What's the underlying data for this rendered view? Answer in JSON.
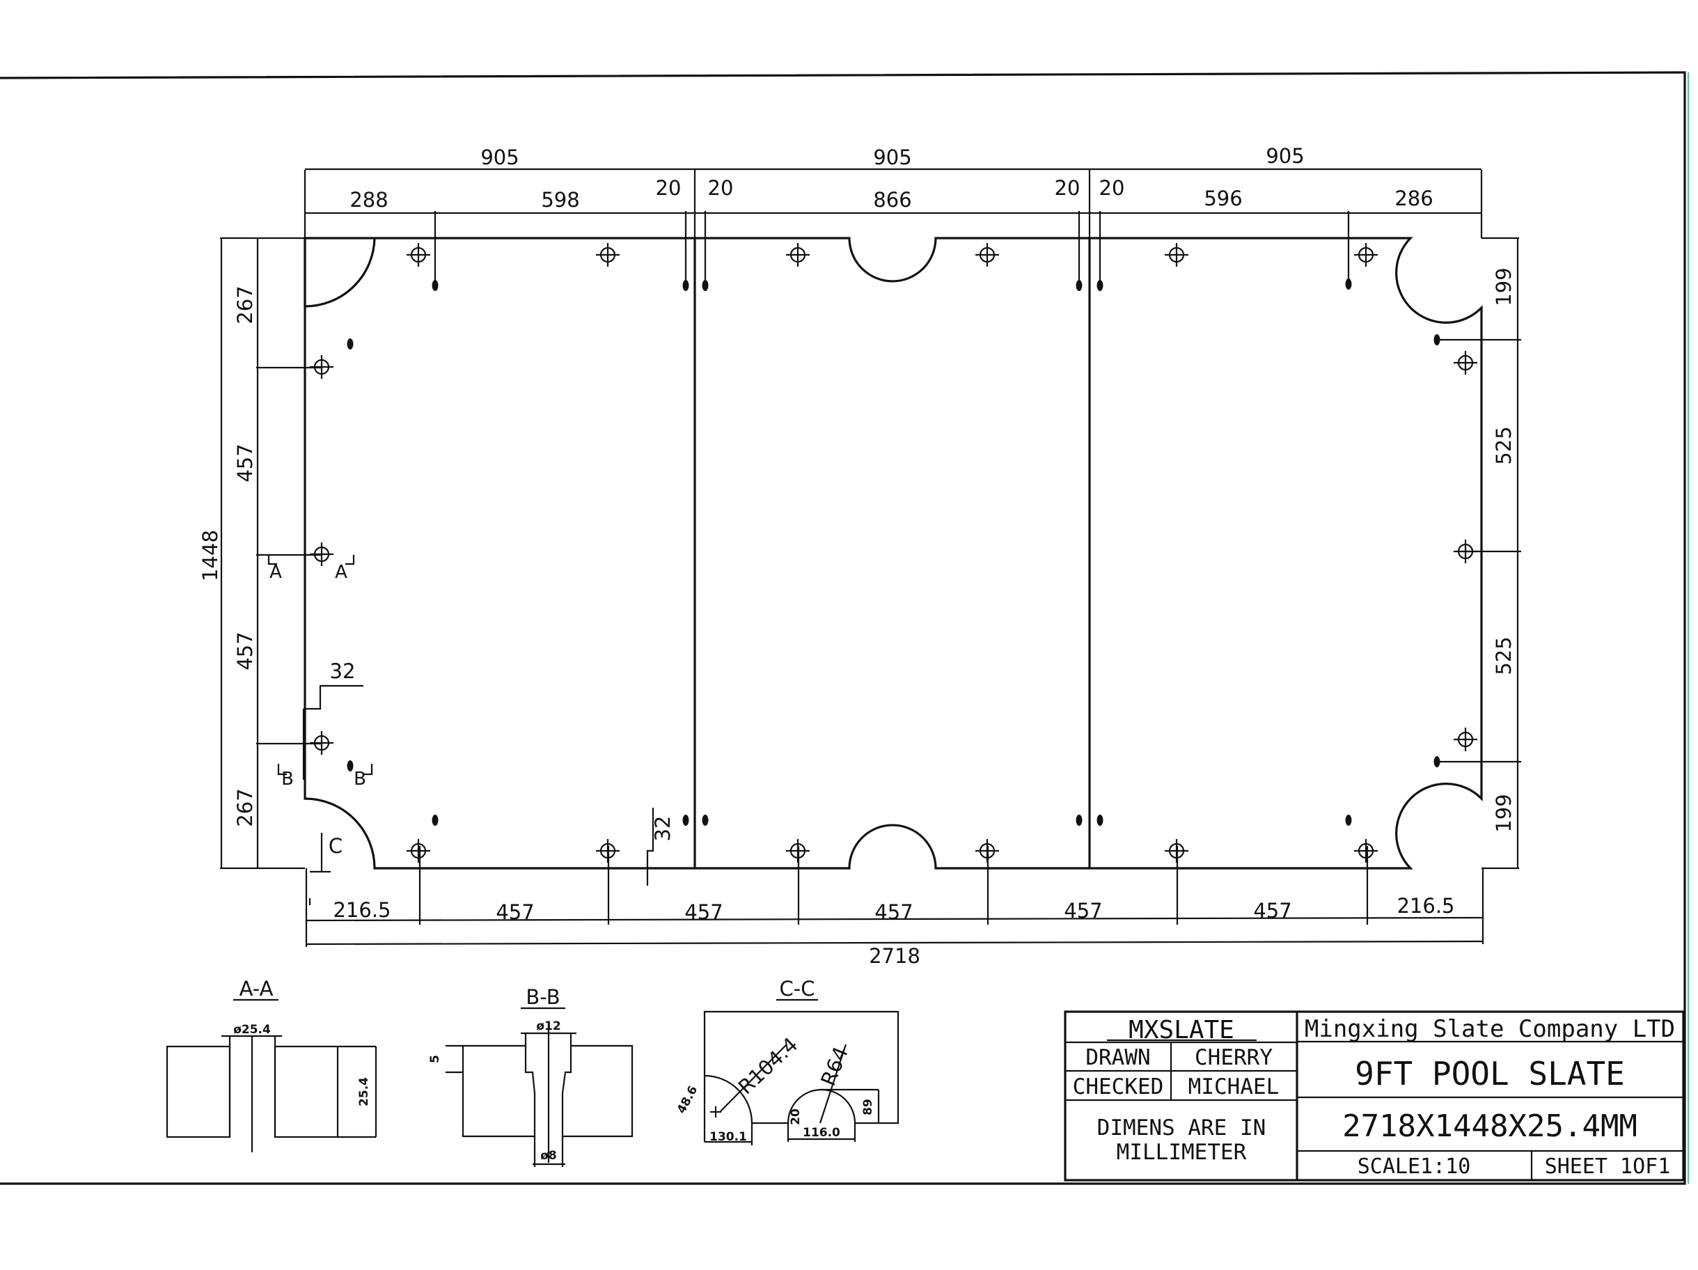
{
  "dims_top": {
    "top_905_1": "905",
    "top_905_2": "905",
    "top_905_3": "905",
    "d288": "288",
    "d598": "598",
    "d20a": "20",
    "d20b": "20",
    "d866": "866",
    "d20c": "20",
    "d20d": "20",
    "d596": "596",
    "d286": "286"
  },
  "dims_bottom": {
    "b216a": "216.5",
    "b457_1": "457",
    "b457_2": "457",
    "b457_3": "457",
    "b457_4": "457",
    "b457_5": "457",
    "b216b": "216.5",
    "total": "2718"
  },
  "dims_left": {
    "l267a": "267",
    "l457a": "457",
    "l457b": "457",
    "l267b": "267",
    "total": "1448",
    "d32h": "32",
    "d32v": "32"
  },
  "dims_right": {
    "r199a": "199",
    "r525a": "525",
    "r525b": "525",
    "r199b": "199"
  },
  "section_marks": {
    "a1": "A",
    "a2": "A",
    "b1": "B",
    "b2": "B",
    "c": "C"
  },
  "sections": {
    "aa": {
      "title": "A-A",
      "hole": "ø25.4",
      "thickness": "25.4"
    },
    "bb": {
      "title": "B-B",
      "top": "ø12",
      "bottom": "ø8",
      "depth": "5"
    },
    "cc": {
      "title": "C-C",
      "r1": "R104.4",
      "r2": "R64",
      "d1": "130.1",
      "d2": "116.0",
      "s1": "48.6",
      "s2": "20",
      "h": "89"
    }
  },
  "title_block": {
    "brand": "MXSLATE",
    "company": "Mingxing Slate Company LTD",
    "drawn_label": "DRAWN",
    "drawn_name": "CHERRY",
    "checked_label": "CHECKED",
    "checked_name": "MICHAEL",
    "product": "9FT POOL SLATE",
    "size": "2718X1448X25.4MM",
    "units_line1": "DIMENS ARE IN",
    "units_line2": "MILLIMETER",
    "scale": "SCALE1:10",
    "sheet": "SHEET 1OF1"
  }
}
